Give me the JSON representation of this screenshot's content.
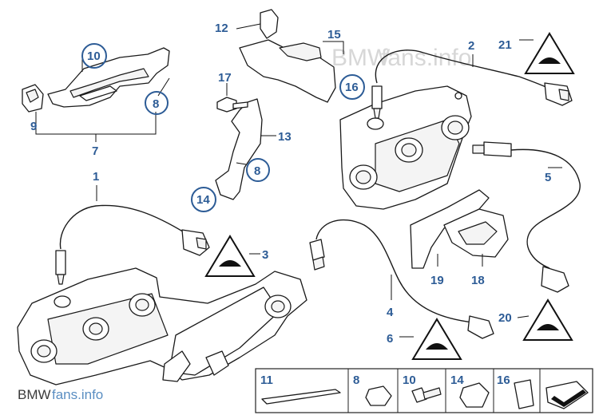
{
  "watermark": {
    "top_brand": "BMW",
    "top_suffix": "fans.info",
    "bottom_brand": "BMW",
    "bottom_suffix": "fans.info"
  },
  "callouts": {
    "n1": "1",
    "n2": "2",
    "n3": "3",
    "n4": "4",
    "n5": "5",
    "n6": "6",
    "n7": "7",
    "n8a": "8",
    "n8b": "8",
    "n9": "9",
    "n10": "10",
    "n12": "12",
    "n13": "13",
    "n14": "14",
    "n15": "15",
    "n16": "16",
    "n17": "17",
    "n18": "18",
    "n19": "19",
    "n20": "20",
    "n21": "21"
  },
  "legend_strip": {
    "l11": "11",
    "l8": "8",
    "l10": "10",
    "l14": "14",
    "l16": "16"
  },
  "colors": {
    "callout": "#2d5c96",
    "line": "#1a1a1a",
    "watermark": "#d7d7d7"
  }
}
